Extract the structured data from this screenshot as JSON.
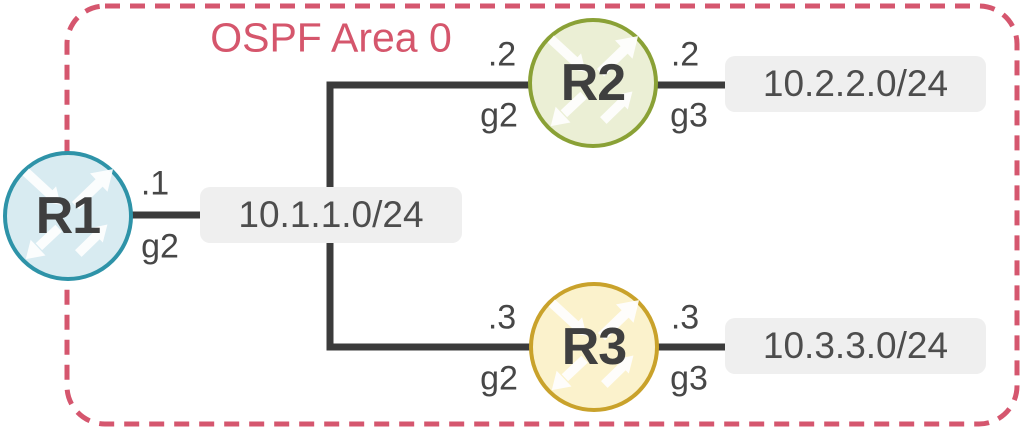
{
  "diagram": {
    "title": "OSPF Area 0",
    "accent_color": "#d5566c",
    "link_color": "#3b3b3b",
    "network_box_color": "#efefef",
    "routers": [
      {
        "name": "R1",
        "fill": "#d8ebf1",
        "border": "#2e93a8"
      },
      {
        "name": "R2",
        "fill": "#ebefd5",
        "border": "#8aa136"
      },
      {
        "name": "R3",
        "fill": "#fbf2cc",
        "border": "#c9a22b"
      }
    ],
    "networks": [
      {
        "cidr": "10.1.1.0/24"
      },
      {
        "cidr": "10.2.2.0/24"
      },
      {
        "cidr": "10.3.3.0/24"
      }
    ],
    "endpoints": [
      {
        "router": "R1",
        "addr": ".1",
        "port": "g2"
      },
      {
        "router": "R2",
        "addr": ".2",
        "port": "g2"
      },
      {
        "router": "R2",
        "addr": ".2",
        "port": "g3"
      },
      {
        "router": "R3",
        "addr": ".3",
        "port": "g2"
      },
      {
        "router": "R3",
        "addr": ".3",
        "port": "g3"
      }
    ]
  }
}
